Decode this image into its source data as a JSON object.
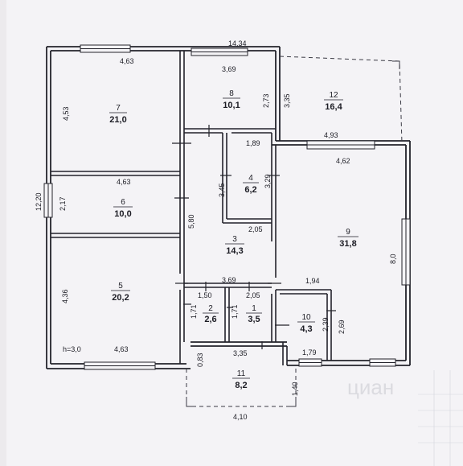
{
  "rooms": [
    {
      "number": "1",
      "area": "3,5"
    },
    {
      "number": "2",
      "area": "2,6"
    },
    {
      "number": "3",
      "area": "14,3"
    },
    {
      "number": "4",
      "area": "6,2"
    },
    {
      "number": "5",
      "area": "20,2"
    },
    {
      "number": "6",
      "area": "10,0"
    },
    {
      "number": "7",
      "area": "21,0"
    },
    {
      "number": "8",
      "area": "10,1"
    },
    {
      "number": "9",
      "area": "31,8"
    },
    {
      "number": "10",
      "area": "4,3"
    },
    {
      "number": "11",
      "area": "8,2"
    },
    {
      "number": "12",
      "area": "16,4"
    }
  ],
  "dimensions": {
    "overall_width": "14,34",
    "overall_height": "12,20",
    "room7_width": "4,63",
    "room7_height": "4,53",
    "room8_width": "3,69",
    "room8_height": "2,73",
    "room12_height": "3,35",
    "room12_wall": "4,93",
    "room4_width": "1,89",
    "room4_height": "3,45",
    "room4_side": "3,29",
    "room6_width": "4,63",
    "room6_height": "2,17",
    "room3_height": "5,80",
    "room3_bottom": "2,05",
    "room9_width": "4,62",
    "room9_height": "8,0",
    "room9_lower": "1,94",
    "corridor_width": "3,69",
    "room2_width": "1,50",
    "room2_height": "1,71",
    "room1_width": "2,05",
    "room1_height": "1,71",
    "room5_width": "4,63",
    "room5_height": "4,36",
    "room10_height_a": "2,39",
    "room10_height_b": "2,69",
    "room10_width": "1,79",
    "porch_width": "3,35",
    "porch_top_offset": "0,83",
    "porch_height": "1,40",
    "porch_bottom": "4,10"
  },
  "ceiling_height": "h=3,0",
  "watermark": "циан"
}
